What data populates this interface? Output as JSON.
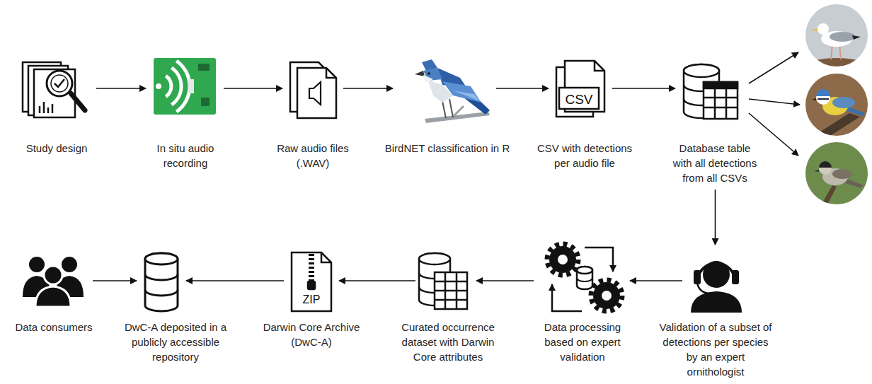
{
  "diagram": {
    "nodes": [
      {
        "text": [
          "Study design"
        ]
      },
      {
        "text": [
          "In situ audio recording"
        ]
      },
      {
        "text": [
          "Raw audio files (.WAV)"
        ]
      },
      {
        "text": [
          "BirdNET classification in R"
        ]
      },
      {
        "text": [
          "CSV with detections per audio file"
        ]
      },
      {
        "text": [
          "Database table with all detections from all CSVs"
        ]
      },
      {
        "text": [
          "Validation of a subset of detections per species by an expert ornithologist"
        ]
      },
      {
        "text": [
          "Data processing based on expert validation"
        ]
      },
      {
        "text": [
          "Curated occurrence dataset with Darwin Core attributes"
        ]
      },
      {
        "text": [
          "Darwin Core Archive (DwC-A)"
        ]
      },
      {
        "text": [
          "DwC-A deposited in a publicly accessible repository"
        ]
      },
      {
        "text": [
          "Data consumers"
        ]
      }
    ],
    "edges": [
      {
        "from": 0,
        "to": 1,
        "arrow": "to"
      },
      {
        "from": 1,
        "to": 2,
        "arrow": "to"
      },
      {
        "from": 2,
        "to": 3,
        "arrow": "to"
      },
      {
        "from": 3,
        "to": 4,
        "arrow": "to"
      },
      {
        "from": 4,
        "to": 5,
        "arrow": "to"
      },
      {
        "from": 5,
        "to": 6,
        "arrow": "to"
      },
      {
        "from": 6,
        "to": 7,
        "arrow": "to"
      },
      {
        "from": 7,
        "to": 8,
        "arrow": "to"
      },
      {
        "from": 8,
        "to": 9,
        "arrow": "to"
      },
      {
        "from": 9,
        "to": 10,
        "arrow": "to"
      },
      {
        "from": 11,
        "to": 10,
        "arrow": "to"
      }
    ],
    "labels": [
      "CSV",
      "ZIP"
    ]
  }
}
